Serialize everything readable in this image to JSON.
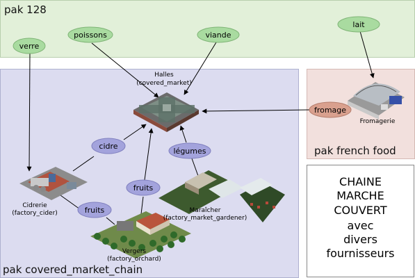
{
  "regions": {
    "pak128": "pak 128",
    "covered_market_chain": "pak covered_market_chain",
    "french_food": "pak french food"
  },
  "goods": {
    "verre": "verre",
    "poissons": "poissons",
    "viande": "viande",
    "lait": "lait",
    "fromage": "fromage",
    "cidre": "cidre",
    "legumes": "légumes",
    "fruits_1": "fruits",
    "fruits_2": "fruits"
  },
  "factories": {
    "halles": [
      "Halles",
      "(covered_market)"
    ],
    "fromagerie": [
      "Fromagerie"
    ],
    "cidrerie": [
      "Cidrerie",
      "(factory_cider)"
    ],
    "maraicher": [
      "Maraîcher",
      "(factory_market_gardener)"
    ],
    "vergers": [
      "Vergers",
      "(factory_orchard)"
    ]
  },
  "note": [
    "CHAINE",
    "MARCHE",
    "COUVERT",
    "avec",
    "divers",
    "fournisseurs"
  ],
  "colors": {
    "pak128_goods": "#a9dba0",
    "covered_goods": "#a3a3dc",
    "french_goods": "#d9a08e"
  }
}
